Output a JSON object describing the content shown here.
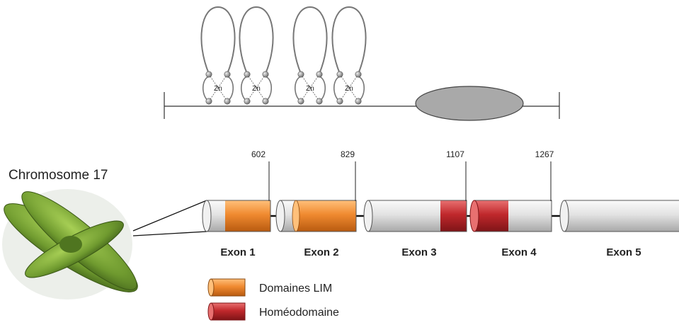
{
  "chromosome": {
    "title": "Chromosome 17"
  },
  "positions": [
    "602",
    "829",
    "1107",
    "1267"
  ],
  "exons": [
    "Exon 1",
    "Exon 2",
    "Exon 3",
    "Exon 4",
    "Exon 5"
  ],
  "zinc_label": "Zn",
  "legend": [
    {
      "label": "Domaines LIM",
      "color": "#f08a30"
    },
    {
      "label": "Homéodomaine",
      "color": "#c0282c"
    }
  ],
  "colors": {
    "lim": "#f08a30",
    "homeo": "#c0282c",
    "exon_body": "#e6e6e6",
    "protein_oval": "#a9a9a9",
    "chromosome": "#6f9a2f"
  }
}
